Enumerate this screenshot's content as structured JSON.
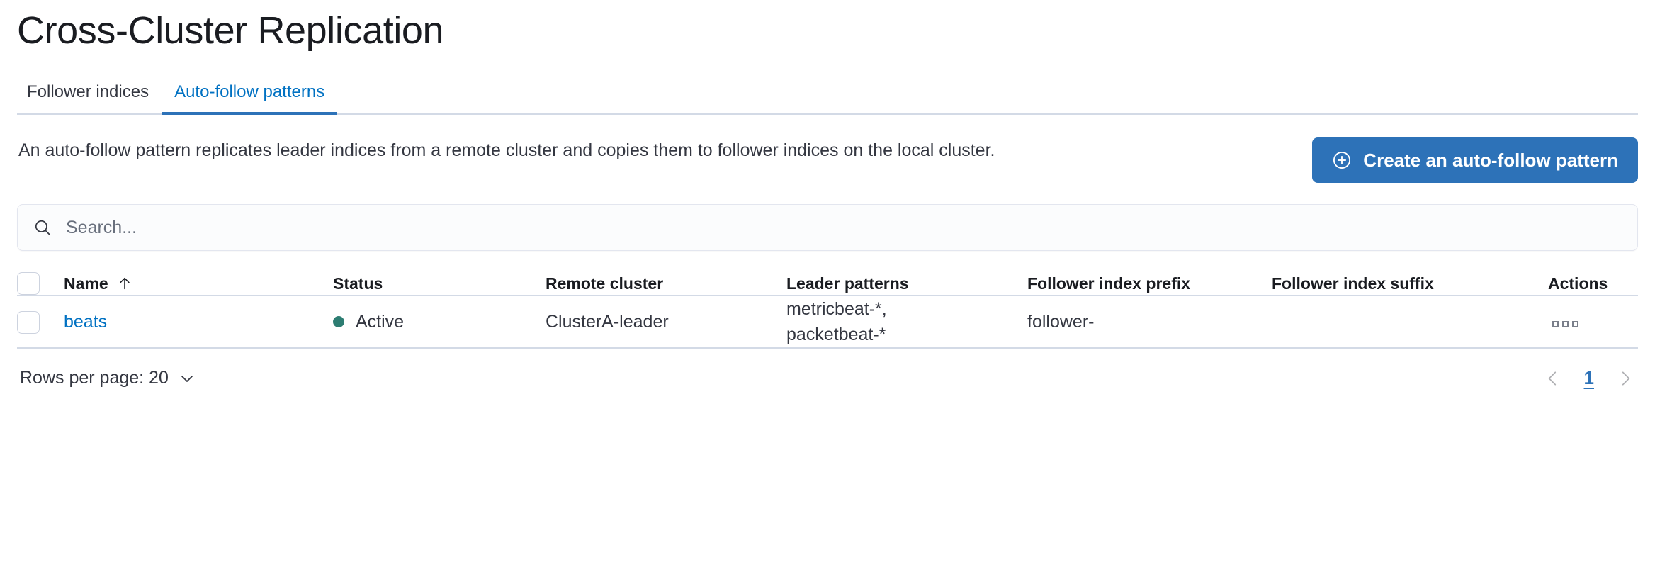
{
  "page": {
    "title": "Cross-Cluster Replication"
  },
  "tabs": [
    {
      "label": "Follower indices",
      "selected": false
    },
    {
      "label": "Auto-follow patterns",
      "selected": true
    }
  ],
  "intro": {
    "description": "An auto-follow pattern replicates leader indices from a remote cluster and copies them to follower indices on the local cluster.",
    "create_button_label": "Create an auto-follow pattern",
    "create_button_icon": "plus-in-circle-icon"
  },
  "search": {
    "placeholder": "Search...",
    "value": "",
    "icon": "search-icon"
  },
  "table": {
    "columns": [
      {
        "key": "select",
        "label": ""
      },
      {
        "key": "name",
        "label": "Name",
        "sorted": "asc",
        "sort_icon": "arrow-up-icon"
      },
      {
        "key": "status",
        "label": "Status"
      },
      {
        "key": "remote_cluster",
        "label": "Remote cluster"
      },
      {
        "key": "leader_patterns",
        "label": "Leader patterns"
      },
      {
        "key": "follower_index_prefix",
        "label": "Follower index prefix"
      },
      {
        "key": "follower_index_suffix",
        "label": "Follower index suffix"
      },
      {
        "key": "actions",
        "label": "Actions"
      }
    ],
    "rows": [
      {
        "name": "beats",
        "status": "Active",
        "status_color": "#2d7d72",
        "remote_cluster": "ClusterA-leader",
        "leader_patterns": "metricbeat-*,\npacketbeat-*",
        "follower_index_prefix": "follower-",
        "follower_index_suffix": "",
        "actions_icon": "more-actions-icon"
      }
    ]
  },
  "footer": {
    "rows_per_page_label": "Rows per page: 20",
    "rows_per_page_icon": "chevron-down-icon",
    "prev_icon": "chevron-left-icon",
    "next_icon": "chevron-right-icon",
    "current_page": "1"
  },
  "colors": {
    "accent_blue": "#2d72b8",
    "link_blue": "#0071c2",
    "status_green": "#2d7d72",
    "border_grey": "#d3dae6"
  }
}
